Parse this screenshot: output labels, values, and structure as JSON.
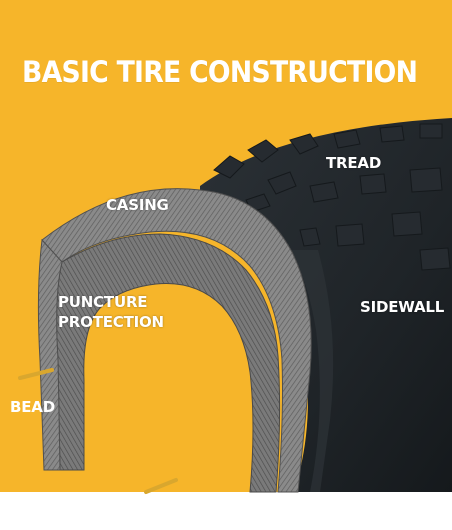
{
  "title": "BASIC TIRE CONSTRUCTION",
  "labels": {
    "tread": "TREAD",
    "casing": "CASING",
    "sidewall": "SIDEWALL",
    "puncture_line1": "PUNCTURE",
    "puncture_line2": "PROTECTION",
    "bead": "BEAD"
  },
  "colors": {
    "background": "#F6B52A",
    "tire": "#23282C",
    "casing": "#8C8C8C",
    "bead": "#D9A72E",
    "text": "#FFFFFF"
  }
}
